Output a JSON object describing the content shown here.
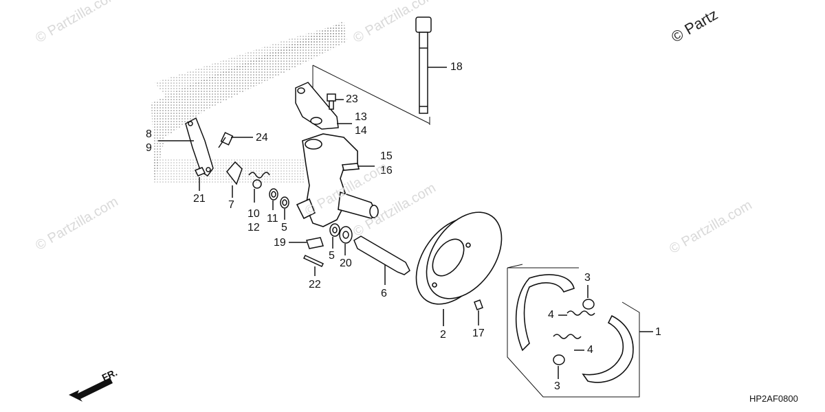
{
  "watermark": "© Partzilla.com",
  "watermark_top_right": "© Partz",
  "diagram_code": "HP2AF0800",
  "front_marker": "FR.",
  "callouts": {
    "c1": "1",
    "c2": "2",
    "c3a": "3",
    "c3b": "3",
    "c4a": "4",
    "c4b": "4",
    "c5a": "5",
    "c5b": "5",
    "c6": "6",
    "c7": "7",
    "c8": "8",
    "c9": "9",
    "c10": "10",
    "c11": "11",
    "c12": "12",
    "c13": "13",
    "c14": "14",
    "c15": "15",
    "c16": "16",
    "c17": "17",
    "c18": "18",
    "c19": "19",
    "c20": "20",
    "c21": "21",
    "c22": "22",
    "c23": "23",
    "c24": "24"
  }
}
